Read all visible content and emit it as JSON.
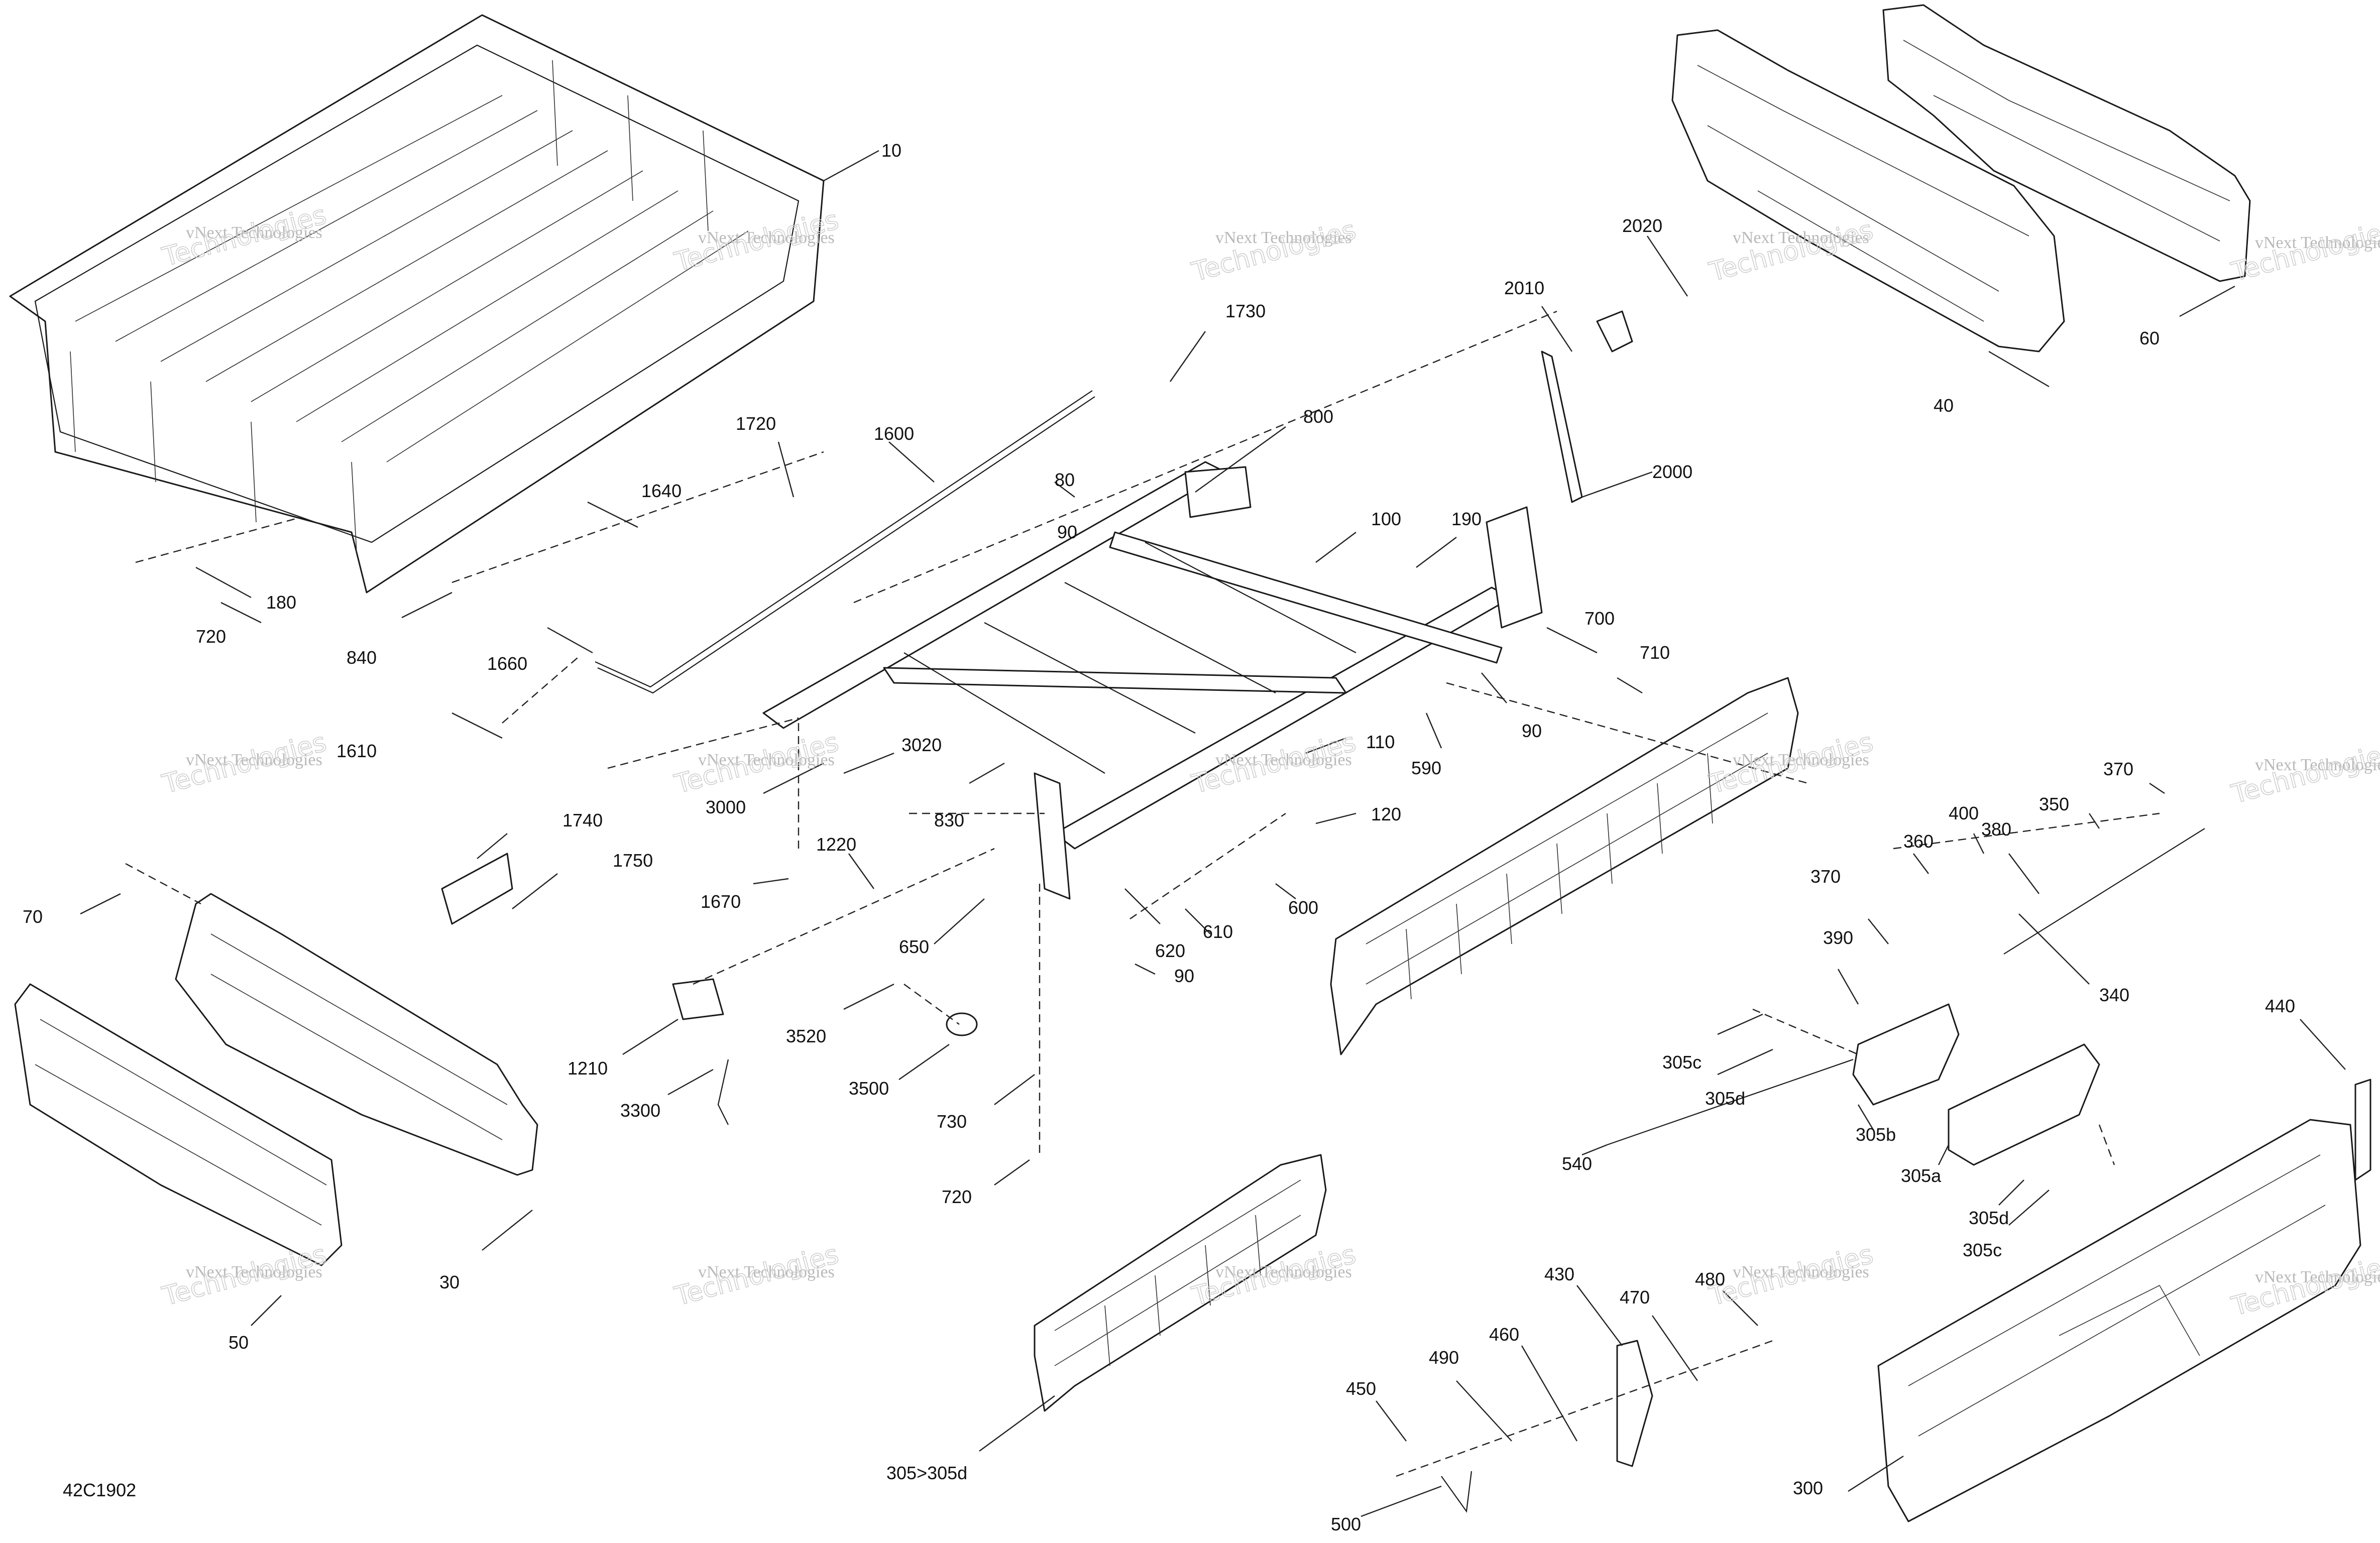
{
  "figure_id": "42C1902",
  "watermark": {
    "line1": "vNext Technologies",
    "line2": "Technologies"
  },
  "callouts": [
    "10",
    "40",
    "60",
    "2020",
    "2010",
    "2000",
    "1730",
    "800",
    "1600",
    "1720",
    "1640",
    "80",
    "90",
    "100",
    "190",
    "180",
    "720",
    "840",
    "1660",
    "1610",
    "700",
    "710",
    "90",
    "590",
    "3020",
    "110",
    "3000",
    "830",
    "120",
    "1740",
    "1750",
    "70",
    "1220",
    "1670",
    "650",
    "610",
    "600",
    "620",
    "90",
    "370",
    "350",
    "400",
    "360",
    "380",
    "370",
    "340",
    "390",
    "305c",
    "305d",
    "1210",
    "3520",
    "305b",
    "440",
    "3500",
    "3300",
    "730",
    "305a",
    "540",
    "305d",
    "305c",
    "30",
    "720",
    "430",
    "480",
    "470",
    "50",
    "460",
    "490",
    "450",
    "305>305d",
    "300",
    "500"
  ],
  "colors": {
    "ink": "#1a1a1a",
    "watermark": "#b9b9b9"
  }
}
